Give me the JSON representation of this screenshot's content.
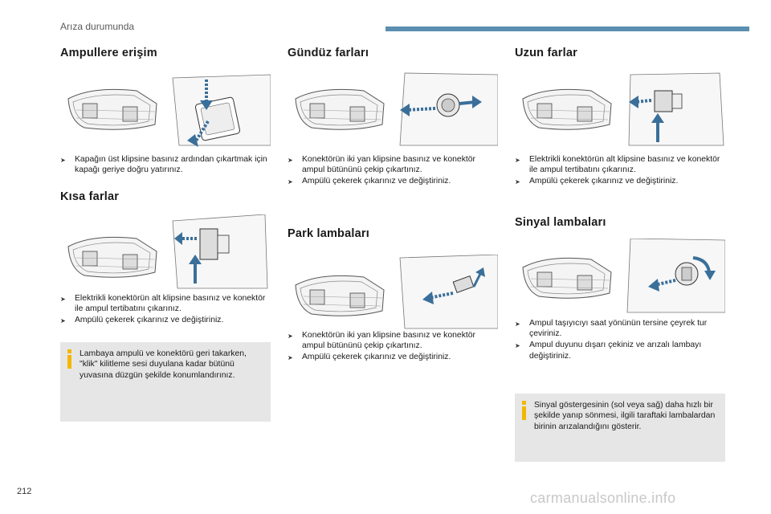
{
  "header": {
    "title": "Arıza durumunda"
  },
  "page_number": "212",
  "watermark": "carmanualsonline.info",
  "colors": {
    "accent_bar": "#5b8fb0",
    "arrow": "#3a6f9a",
    "note_bg": "#e6e6e6",
    "info_icon": "#f2b800"
  },
  "sections": {
    "ampul_erisim": {
      "title": "Ampullere erişim",
      "bullets": [
        "Kapağın üst klipsine basınız ardından çıkartmak için kapağı geriye doğru yatırınız."
      ]
    },
    "kisa_farlar": {
      "title": "Kısa farlar",
      "bullets": [
        "Elektrikli konektörün alt klipsine basınız ve konektör ile ampul tertibatını çıkarınız.",
        "Ampülü çekerek çıkarınız ve değiştiriniz."
      ],
      "note": "Lambaya ampulü ve konektörü geri takarken, \"klik\" kilitleme sesi duyulana kadar bütünü yuvasına düzgün şekilde konumlandırınız."
    },
    "gunduz_farlari": {
      "title": "Gündüz farları",
      "bullets": [
        "Konektörün iki yan klipsine basınız ve konektör ampul bütününü çekip çıkartınız.",
        "Ampülü çekerek çıkarınız ve değiştiriniz."
      ]
    },
    "park_lambalari": {
      "title": "Park lambaları",
      "bullets": [
        "Konektörün iki yan klipsine basınız ve konektör ampul bütününü çekip çıkartınız.",
        "Ampülü çekerek çıkarınız ve değiştiriniz."
      ]
    },
    "uzun_farlar": {
      "title": "Uzun farlar",
      "bullets": [
        "Elektrikli konektörün alt klipsine basınız ve konektör ile ampul tertibatını çıkarınız.",
        "Ampülü çekerek çıkarınız ve değiştiriniz."
      ]
    },
    "sinyal_lambalari": {
      "title": "Sinyal lambaları",
      "bullets": [
        "Ampul taşıyıcıyı saat yönünün tersine çeyrek tur çeviriniz.",
        "Ampul duyunu dışarı çekiniz ve arızalı lambayı değiştiriniz."
      ],
      "note": "Sinyal göstergesinin (sol veya sağ) daha hızlı bir şekilde yanıp sönmesi, ilgili taraftaki lambalardan birinin arızalandığını gösterir."
    }
  }
}
